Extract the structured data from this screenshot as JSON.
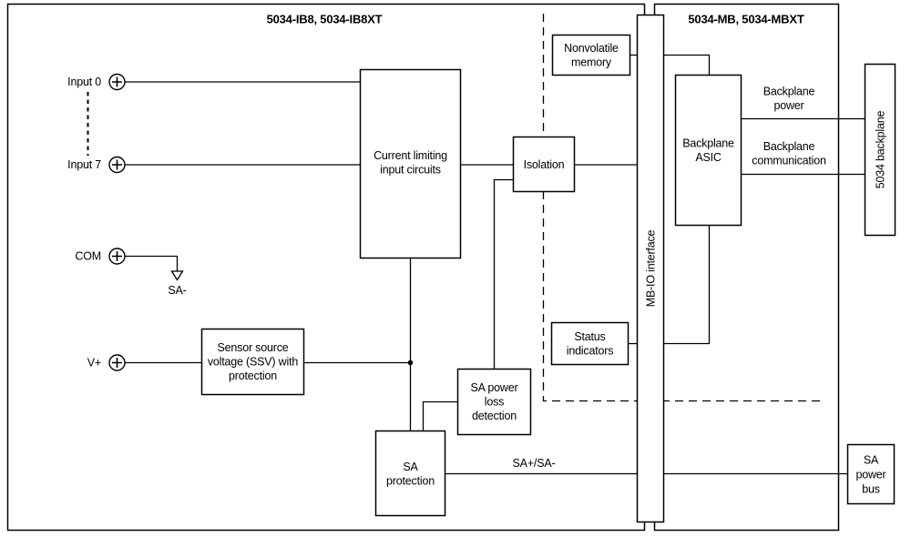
{
  "diagram": {
    "left_section_title": "5034-IB8, 5034-IB8XT",
    "right_section_title": "5034-MB, 5034-MBXT"
  },
  "terminals": {
    "input0": "Input 0",
    "input7": "Input 7",
    "com": "COM",
    "v_plus": "V+"
  },
  "wire_labels": {
    "sa_minus": "SA-",
    "sa_plus_minus": "SA+/SA-",
    "backplane_power": [
      "Backplane",
      "power"
    ],
    "backplane_communication": [
      "Backplane",
      "communication"
    ]
  },
  "blocks": {
    "current_limiting": [
      "Current limiting",
      "input circuits"
    ],
    "isolation": "Isolation",
    "nonvolatile_memory": [
      "Nonvolatile",
      "memory"
    ],
    "ssv": [
      "Sensor source",
      "voltage (SSV) with",
      "protection"
    ],
    "sa_power_loss": [
      "SA power",
      "loss",
      "detection"
    ],
    "sa_protection": [
      "SA",
      "protection"
    ],
    "status_indicators": [
      "Status",
      "indicators"
    ],
    "backplane_asic": [
      "Backplane",
      "ASIC"
    ],
    "mb_io_interface": "MB-IO interface",
    "backplane_5034": "5034 backplane",
    "sa_power_bus": [
      "SA",
      "power",
      "bus"
    ]
  },
  "colors": {
    "line": "#000000",
    "text": "#000000",
    "background": "#ffffff"
  }
}
